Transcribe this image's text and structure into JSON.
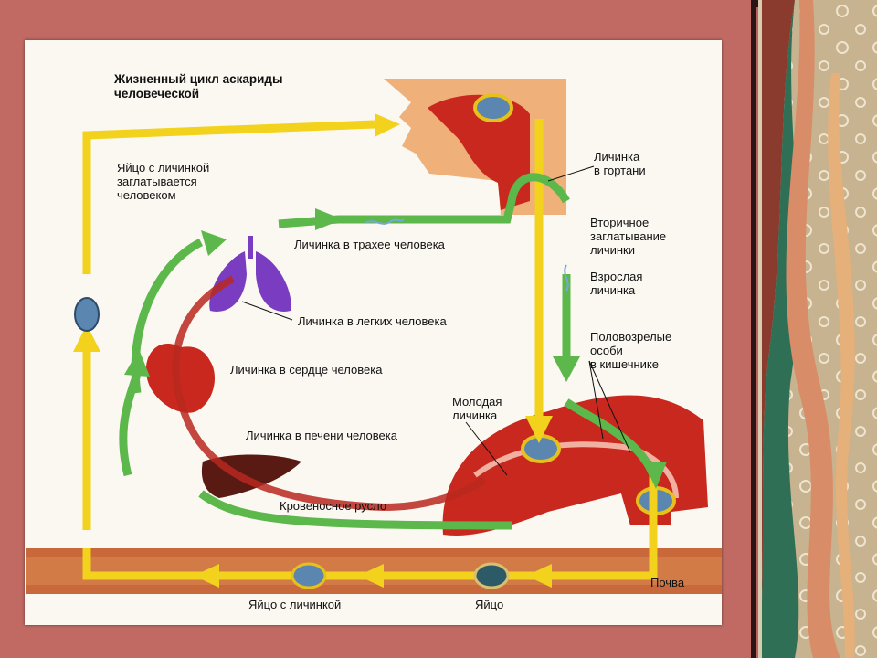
{
  "title": "Жизненный цикл аскариды\nчеловеческой",
  "labels": {
    "egg_swallowed": "Яйцо с личинкой\nзаглатывается\nчеловеком",
    "larva_larynx": "Личинка\nв гортани",
    "larva_trachea": "Личинка в трахее человека",
    "secondary_swallow": "Вторичное\nзаглатывание\nличинки",
    "adult_larva": "Взрослая\nличинка",
    "larva_lungs": "Личинка в легких человека",
    "mature_intestine": "Половозрелые\nособи\nв кишечнике",
    "larva_heart": "Личинка в сердце человека",
    "young_larva": "Молодая\nличинка",
    "larva_liver": "Личинка в печени человека",
    "bloodstream": "Кровеносное русло",
    "soil": "Почва",
    "egg_with_larva": "Яйцо с личинкой",
    "egg": "Яйцо"
  },
  "colors": {
    "frame": "#c06a63",
    "yellow_arrow": "#f2d21c",
    "green_arrow": "#5cb84a",
    "red_organ": "#c8281e",
    "soil": "#c9683a",
    "lung": "#7a3cc0",
    "liver": "#5a1a14",
    "egg": "#5a86b0"
  }
}
